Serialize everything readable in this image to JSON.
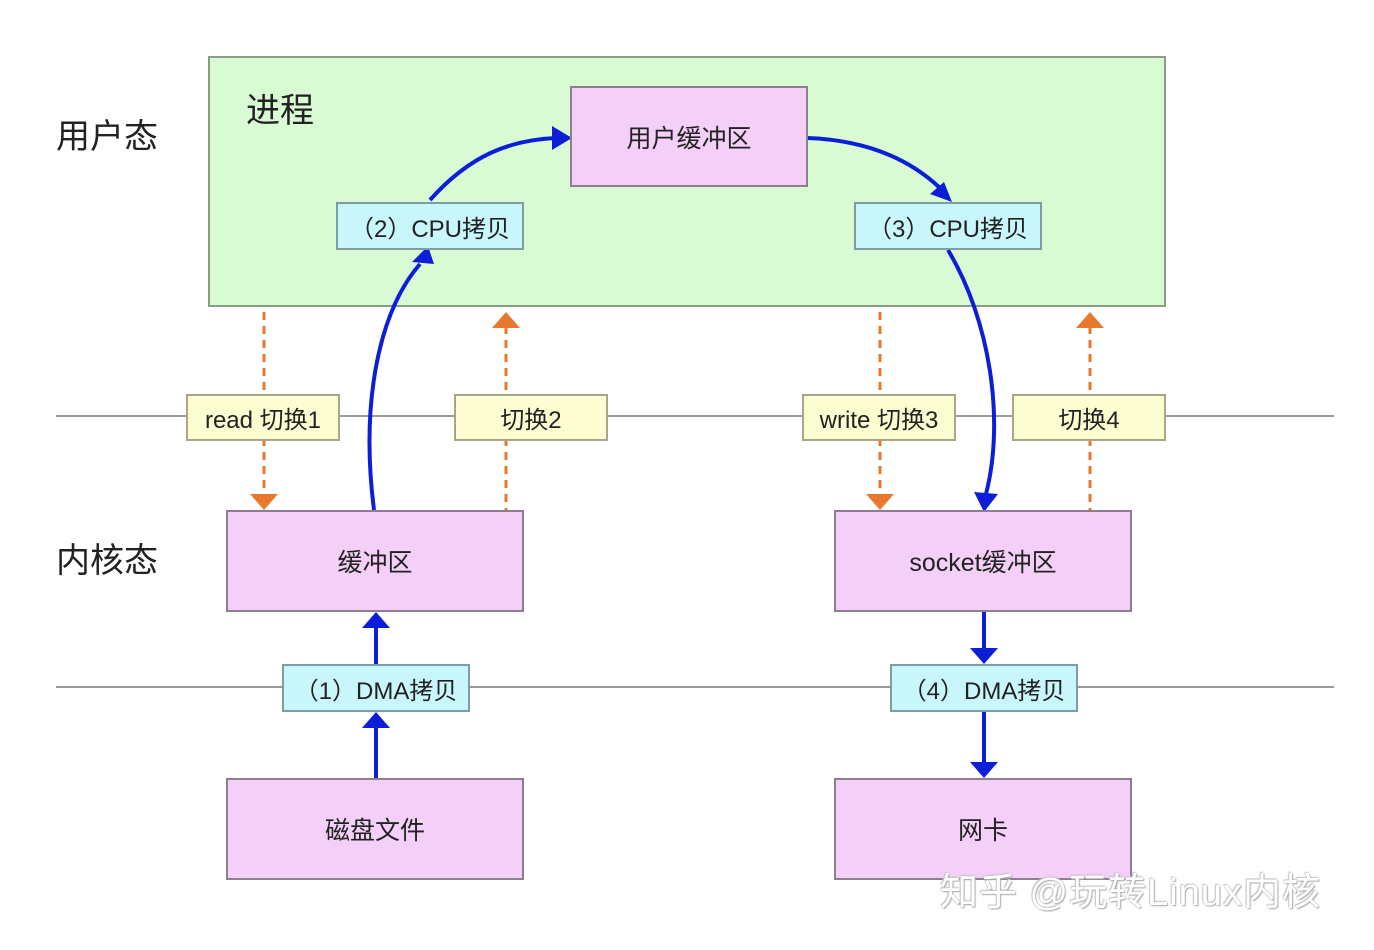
{
  "regions": {
    "user_mode": "用户态",
    "kernel_mode": "内核态"
  },
  "process": {
    "title": "进程",
    "user_buffer": "用户缓冲区",
    "cpu_copy_2": "（2）CPU拷贝",
    "cpu_copy_3": "（3）CPU拷贝"
  },
  "switches": {
    "switch1": "read 切换1",
    "switch2": "切换2",
    "switch3": "write 切换3",
    "switch4": "切换4"
  },
  "kernel": {
    "buffer": "缓冲区",
    "socket_buffer": "socket缓冲区"
  },
  "dma": {
    "dma_copy_1": "（1）DMA拷贝",
    "dma_copy_4": "（4）DMA拷贝"
  },
  "devices": {
    "disk_file": "磁盘文件",
    "nic": "网卡"
  },
  "watermark": "知乎 @玩转Linux内核",
  "colors": {
    "process_bg": "#d9fbd4",
    "buffer_bg": "#f4d0f8",
    "copy_label_bg": "#c9f6fb",
    "switch_label_bg": "#fdfdd2",
    "data_arrow": "#0d1fd6",
    "switch_arrow": "#e8782e"
  }
}
